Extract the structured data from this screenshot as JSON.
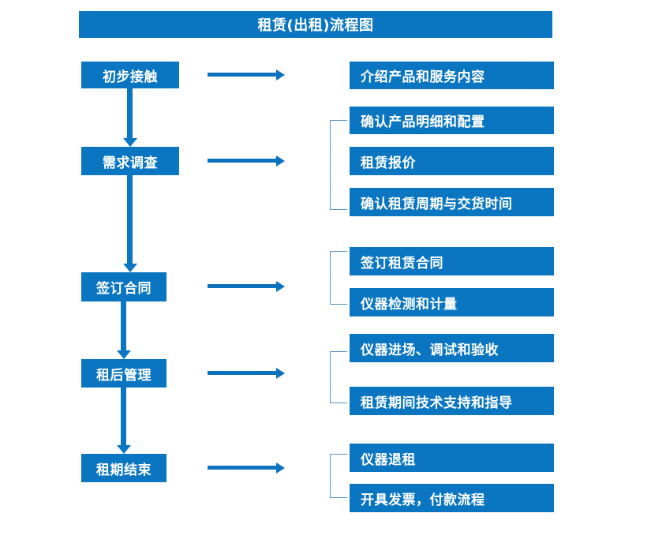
{
  "diagram": {
    "title": "租赁(出租)流程图",
    "accent_color": "#0a76c2",
    "bracket_color": "#5b8fc4",
    "background_color": "#ffffff",
    "text_color": "#ffffff",
    "stages": [
      {
        "id": "stage-1",
        "label": "初步接触"
      },
      {
        "id": "stage-2",
        "label": "需求调查"
      },
      {
        "id": "stage-3",
        "label": "签订合同"
      },
      {
        "id": "stage-4",
        "label": "租后管理"
      },
      {
        "id": "stage-5",
        "label": "租期结束"
      }
    ],
    "details": [
      {
        "id": "detail-1-1",
        "label": "介绍产品和服务内容",
        "stage": "初步接触"
      },
      {
        "id": "detail-2-1",
        "label": "确认产品明细和配置",
        "stage": "需求调查"
      },
      {
        "id": "detail-2-2",
        "label": "租赁报价",
        "stage": "需求调查"
      },
      {
        "id": "detail-2-3",
        "label": "确认租赁周期与交货时间",
        "stage": "需求调查"
      },
      {
        "id": "detail-3-1",
        "label": "签订租赁合同",
        "stage": "签订合同"
      },
      {
        "id": "detail-3-2",
        "label": "仪器检测和计量",
        "stage": "签订合同"
      },
      {
        "id": "detail-4-1",
        "label": "仪器进场、调试和验收",
        "stage": "租后管理"
      },
      {
        "id": "detail-4-2",
        "label": "租赁期间技术支持和指导",
        "stage": "租后管理"
      },
      {
        "id": "detail-5-1",
        "label": "仪器退租",
        "stage": "租期结束"
      },
      {
        "id": "detail-5-2",
        "label": "开具发票，付款流程",
        "stage": "租期结束"
      }
    ]
  }
}
